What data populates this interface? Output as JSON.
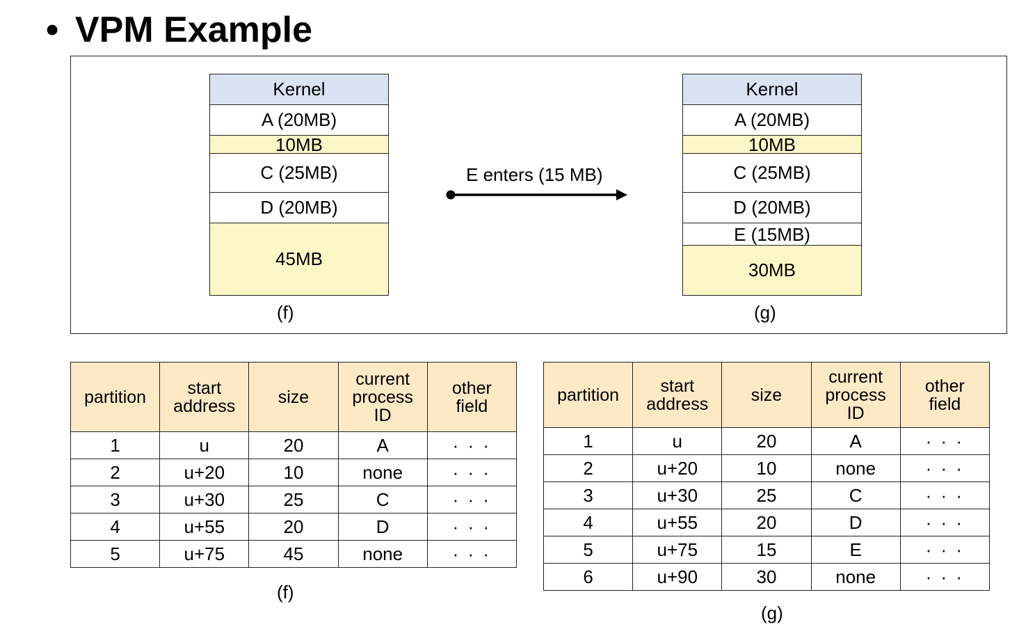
{
  "title": {
    "bullet": "•",
    "text": "VPM Example"
  },
  "diagram": {
    "left": {
      "caption": "(f)",
      "blocks": [
        {
          "label": "Kernel",
          "kind": "kernel"
        },
        {
          "label": "A (20MB)",
          "kind": "used"
        },
        {
          "label": "10MB",
          "kind": "free"
        },
        {
          "label": "C (25MB)",
          "kind": "used"
        },
        {
          "label": "D (20MB)",
          "kind": "used"
        },
        {
          "label": "45MB",
          "kind": "free"
        }
      ]
    },
    "arrow": {
      "label": "E enters (15 MB)"
    },
    "right": {
      "caption": "(g)",
      "blocks": [
        {
          "label": "Kernel",
          "kind": "kernel"
        },
        {
          "label": "A (20MB)",
          "kind": "used"
        },
        {
          "label": "10MB",
          "kind": "free"
        },
        {
          "label": "C (25MB)",
          "kind": "used"
        },
        {
          "label": "D (20MB)",
          "kind": "used"
        },
        {
          "label": "E (15MB)",
          "kind": "used"
        },
        {
          "label": "30MB",
          "kind": "free"
        }
      ]
    }
  },
  "tables": {
    "columns": [
      "partition",
      "start\naddress",
      "size",
      "current\nprocess\nID",
      "other\nfield"
    ],
    "f": {
      "caption": "(f)",
      "rows": [
        [
          "1",
          "u",
          "20",
          "A",
          "· · ·"
        ],
        [
          "2",
          "u+20",
          "10",
          "none",
          "· · ·"
        ],
        [
          "3",
          "u+30",
          "25",
          "C",
          "· · ·"
        ],
        [
          "4",
          "u+55",
          "20",
          "D",
          "· · ·"
        ],
        [
          "5",
          "u+75",
          "45",
          "none",
          "· · ·"
        ]
      ]
    },
    "g": {
      "caption": "(g)",
      "rows": [
        [
          "1",
          "u",
          "20",
          "A",
          "· · ·"
        ],
        [
          "2",
          "u+20",
          "10",
          "none",
          "· · ·"
        ],
        [
          "3",
          "u+30",
          "25",
          "C",
          "· · ·"
        ],
        [
          "4",
          "u+55",
          "20",
          "D",
          "· · ·"
        ],
        [
          "5",
          "u+75",
          "15",
          "E",
          "· · ·"
        ],
        [
          "6",
          "u+90",
          "30",
          "none",
          "· · ·"
        ]
      ]
    }
  }
}
